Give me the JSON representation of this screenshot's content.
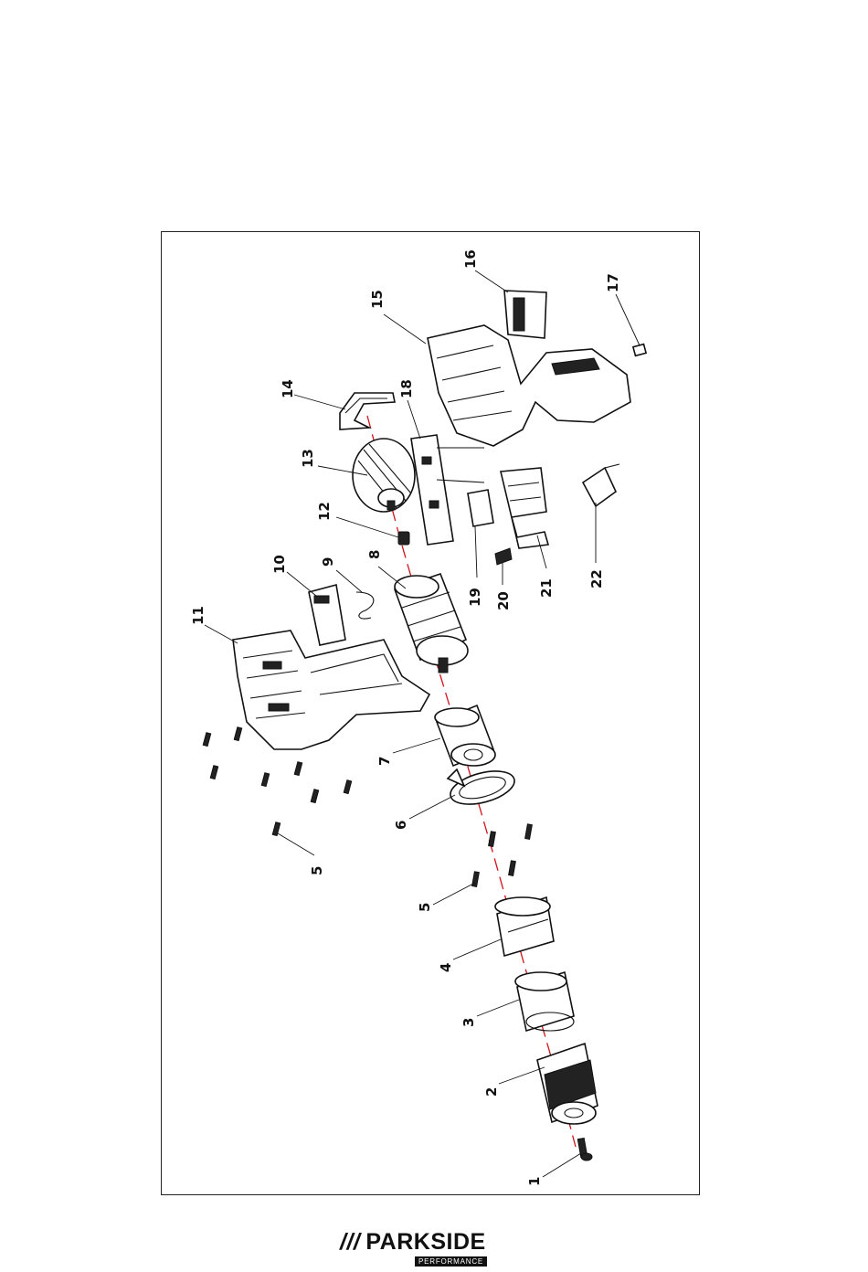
{
  "diagram": {
    "labels": {
      "p1": "1",
      "p2": "2",
      "p3": "3",
      "p4": "4",
      "p5a": "5",
      "p5b": "5",
      "p6": "6",
      "p7": "7",
      "p8": "8",
      "p9": "9",
      "p10": "10",
      "p11": "11",
      "p12": "12",
      "p13": "13",
      "p14": "14",
      "p15": "15",
      "p16": "16",
      "p17": "17",
      "p18": "18",
      "p19": "19",
      "p20": "20",
      "p21": "21",
      "p22": "22"
    },
    "axis_color": "#d0141b"
  },
  "footer": {
    "brand": "PARKSIDE",
    "brand_mark": "///",
    "sub": "PERFORMANCE"
  }
}
